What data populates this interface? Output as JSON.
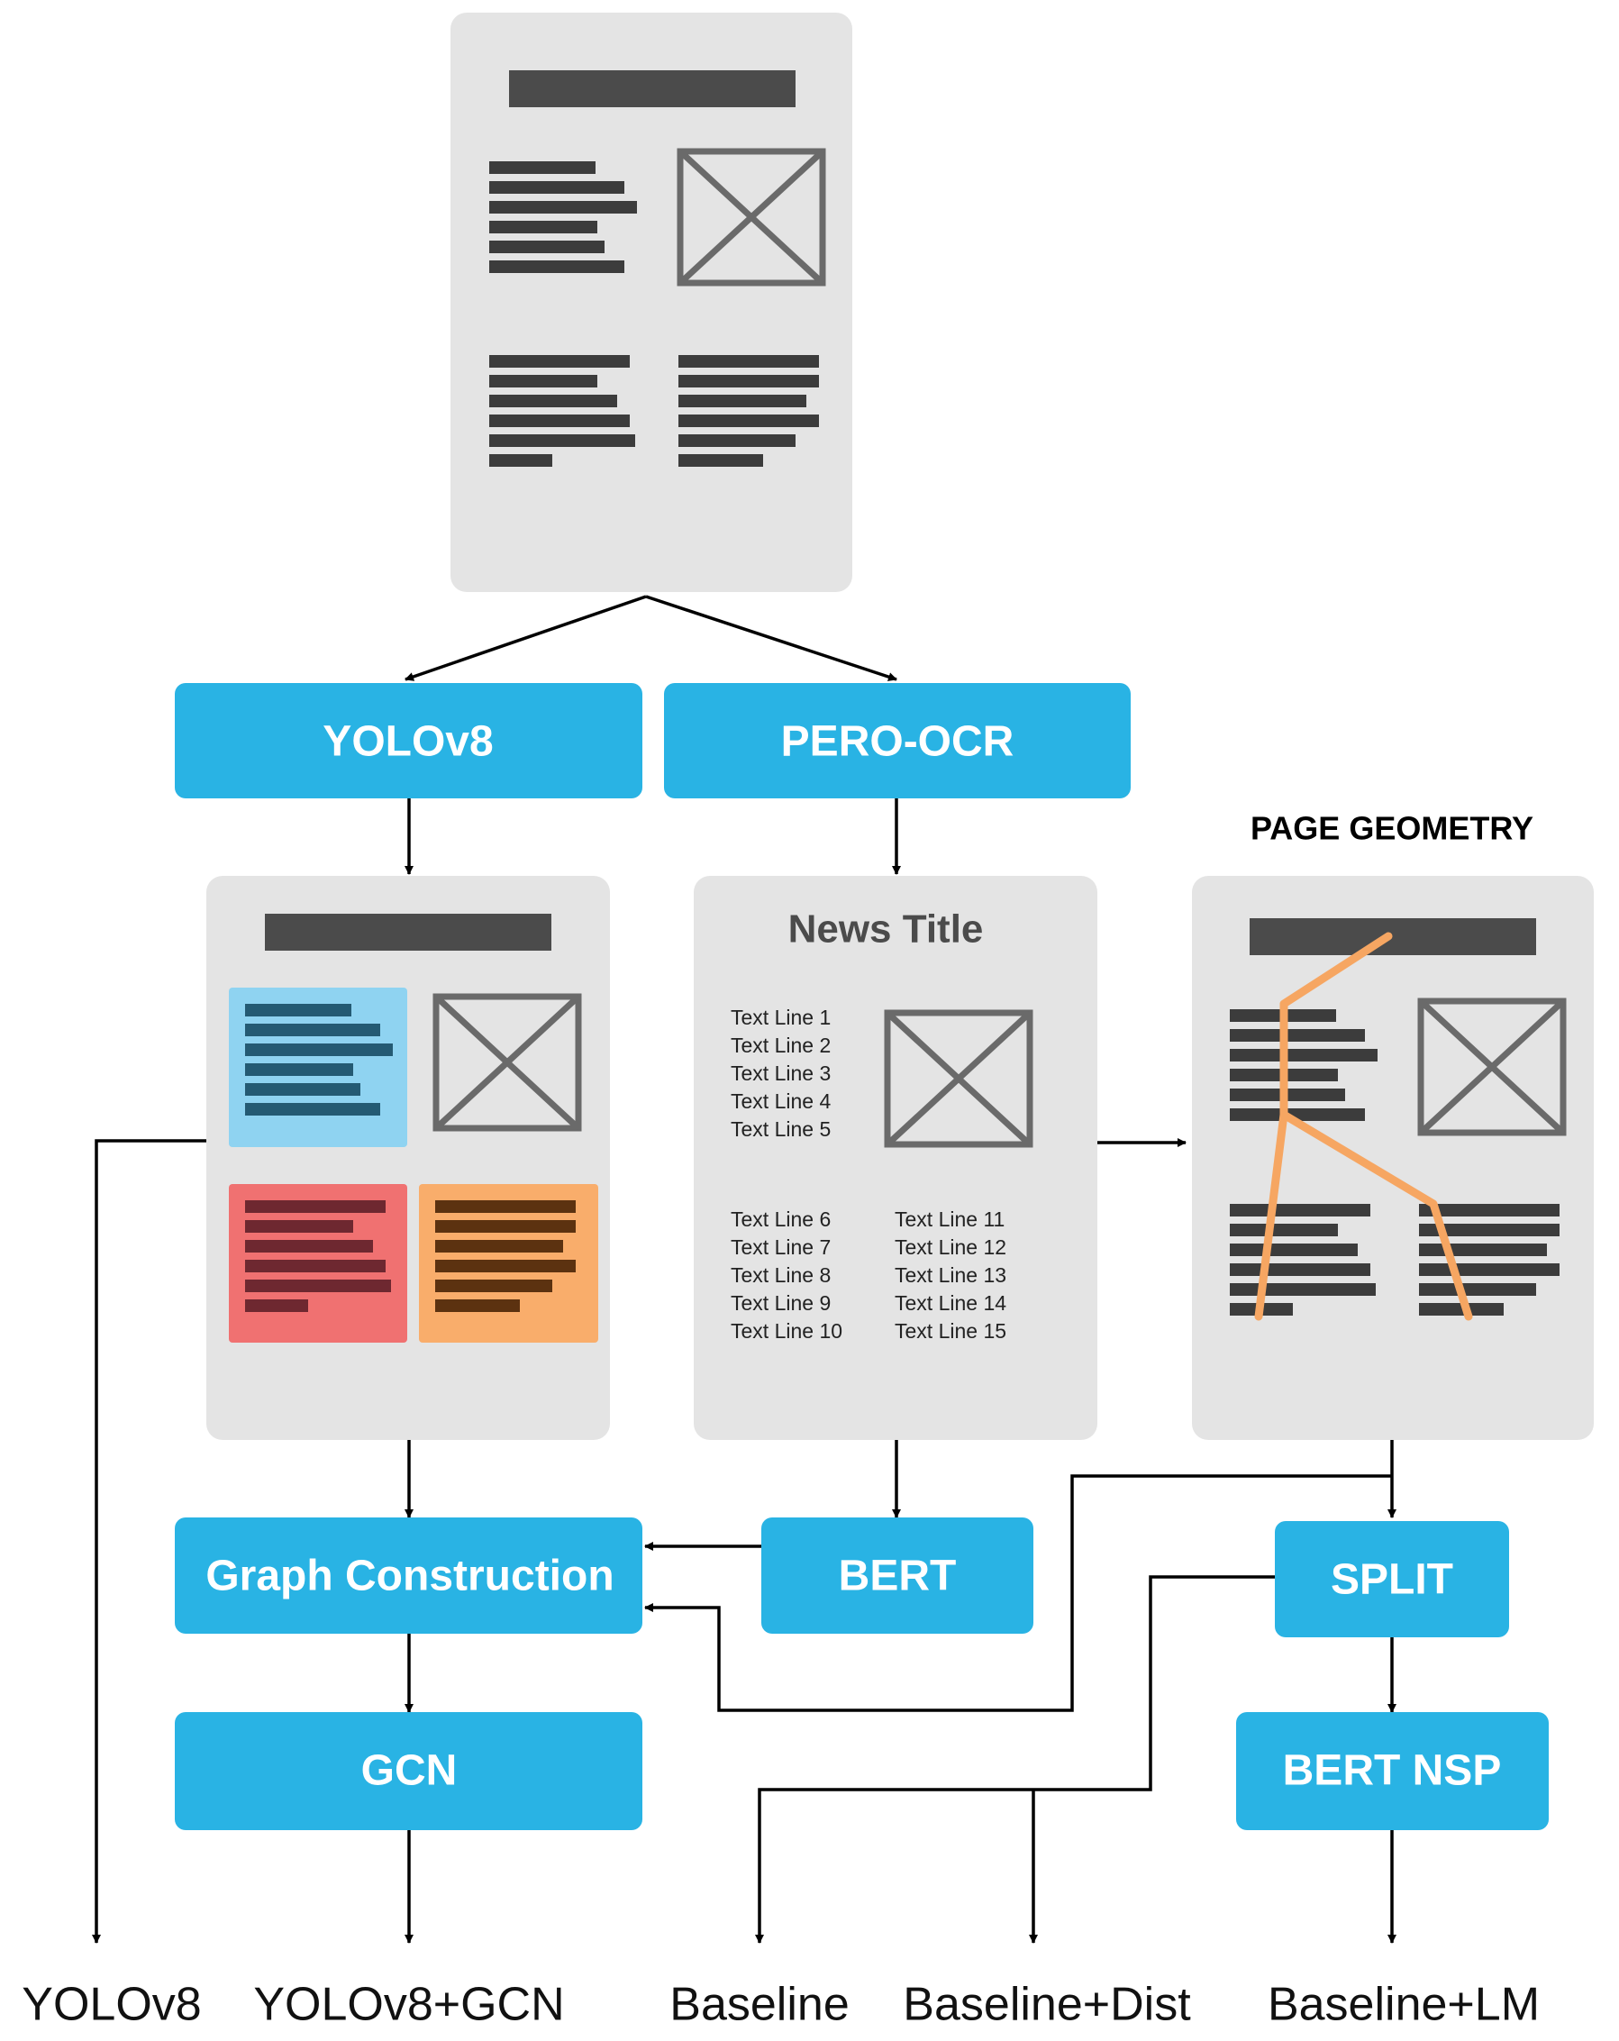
{
  "nodes": {
    "yolo": "YOLOv8",
    "pero": "PERO-OCR",
    "graph": "Graph Construction",
    "bert": "BERT",
    "gcn": "GCN",
    "split": "SPLIT",
    "nsp": "BERT NSP"
  },
  "page_geometry_title": "PAGE GEOMETRY",
  "ocr_page": {
    "title": "News Title",
    "lines_a": [
      "Text Line 1",
      "Text Line 2",
      "Text Line 3",
      "Text Line 4",
      "Text Line 5"
    ],
    "lines_b": [
      "Text Line 6",
      "Text Line 7",
      "Text Line 8",
      "Text Line 9",
      "Text Line 10"
    ],
    "lines_c": [
      "Text Line 11",
      "Text Line 12",
      "Text Line 13",
      "Text Line 14",
      "Text Line 15"
    ]
  },
  "outputs": [
    "YOLOv8",
    "YOLOv8+GCN",
    "Baseline",
    "Baseline+Dist",
    "Baseline+LM"
  ],
  "colors": {
    "box": "#29b3e4",
    "page": "#e4e4e4",
    "bar": "#3c3c3c",
    "blue_region": "#8fd3f1",
    "red_region": "#f07171",
    "orange_region": "#f9ad6b",
    "reading_order": "#f6a662"
  }
}
